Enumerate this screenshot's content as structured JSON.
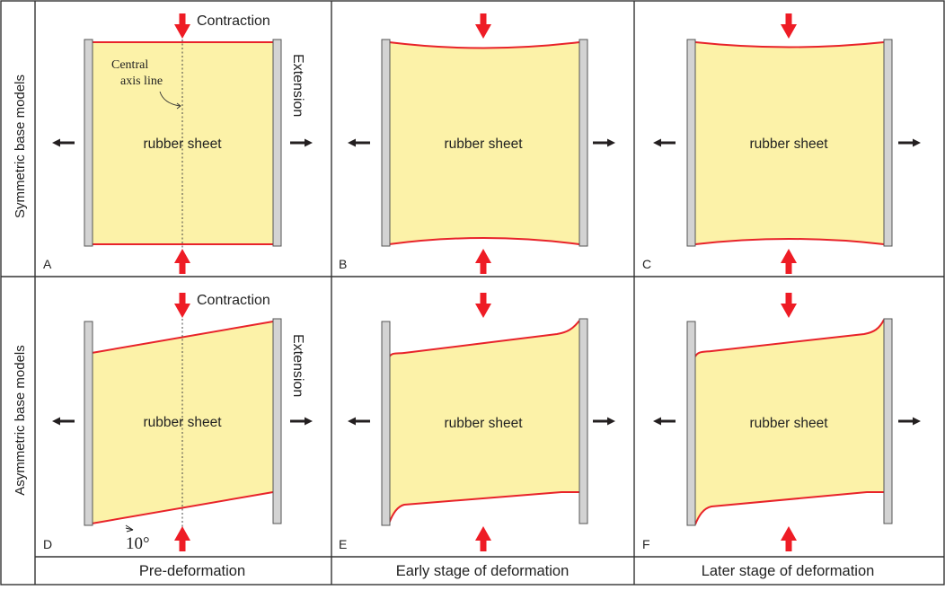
{
  "row_labels": [
    "Symmetric base models",
    "Asymmetric base models"
  ],
  "column_labels": [
    "Pre-deformation",
    "Early stage of deformation",
    "Later stage of deformation"
  ],
  "panel_letters": [
    "A",
    "B",
    "C",
    "D",
    "E",
    "F"
  ],
  "sheet_label": "rubber sheet",
  "contraction_label": "Contraction",
  "extension_label": "Extension",
  "axis_label_line1": "Central",
  "axis_label_line2": "axis line",
  "angle_label": "10°",
  "colors": {
    "sheet_fill": "#fcf2a8",
    "sheet_edge": "#e8232a",
    "clamp_fill": "#d3d3d3",
    "clamp_stroke": "#555555",
    "red_arrow": "#ee1c25",
    "black_arrow": "#231f20",
    "frame": "#333333"
  }
}
